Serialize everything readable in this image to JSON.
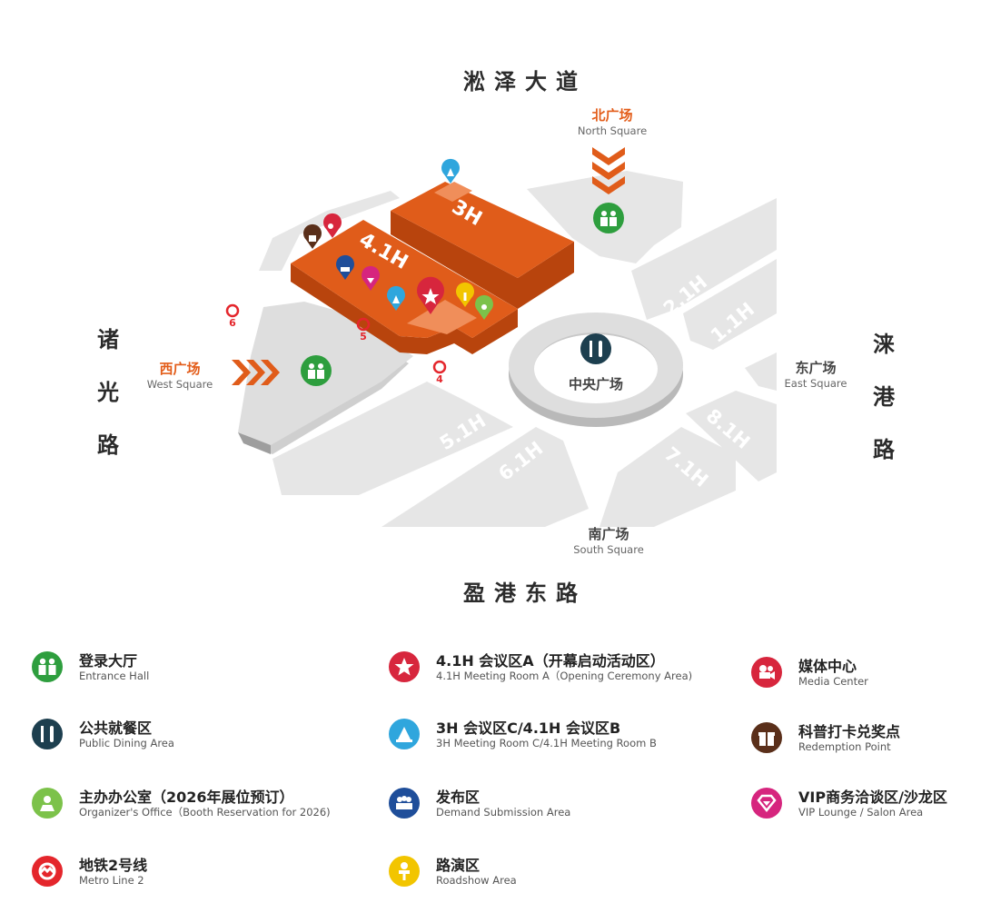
{
  "roads": {
    "north": "淞泽大道",
    "south": "盈港东路",
    "west": [
      "诸",
      "光",
      "路"
    ],
    "east": [
      "涞",
      "港",
      "路"
    ]
  },
  "squares": {
    "north": {
      "cn": "北广场",
      "en": "North Square"
    },
    "west": {
      "cn": "西广场",
      "en": "West Square"
    },
    "east": {
      "cn": "东广场",
      "en": "East Square"
    },
    "south": {
      "cn": "南广场",
      "en": "South Square"
    },
    "central": {
      "cn": "中央广场"
    }
  },
  "halls": {
    "h3": "3H",
    "h41": "4.1H",
    "h21": "2.1H",
    "h11": "1.1H",
    "h51": "5.1H",
    "h61": "6.1H",
    "h71": "7.1H",
    "h81": "8.1H"
  },
  "metro_exits": {
    "e6": "6",
    "e5": "5",
    "e4": "4"
  },
  "colors": {
    "hall_orange": "#e05c1a",
    "hall_orange_dark": "#b8440d",
    "gray_hall": "#e4e4e4",
    "green": "#2e9e3e",
    "light_green": "#7cc24a",
    "red": "#d7263d",
    "dark_teal": "#1d3f4f",
    "sky": "#2fa6dd",
    "navy": "#1f4e9a",
    "yellow": "#f2c500",
    "brown": "#5a2f1a",
    "magenta": "#d6257e",
    "metro_red": "#e4262c"
  },
  "legend": [
    {
      "icon": "entrance-icon",
      "cn": "登录大厅",
      "en": "Entrance Hall"
    },
    {
      "icon": "dining-icon",
      "cn": "公共就餐区",
      "en": "Public Dining Area"
    },
    {
      "icon": "office-icon",
      "cn": "主办办公室（2026年展位预订）",
      "en": "Organizer's Office（Booth Reservation for 2026)"
    },
    {
      "icon": "metro-icon",
      "cn": "地铁2号线",
      "en": "Metro Line 2"
    },
    {
      "icon": "star-icon",
      "cn": "4.1H 会议区A（开幕启动活动区）",
      "en": "4.1H  Meeting Room A（Opening Ceremony Area)"
    },
    {
      "icon": "meeting-room-icon",
      "cn": "3H 会议区C/4.1H 会议区B",
      "en": "3H Meeting Room C/4.1H Meeting Room B"
    },
    {
      "icon": "submission-icon",
      "cn": "发布区",
      "en": "Demand Submission Area"
    },
    {
      "icon": "roadshow-icon",
      "cn": "路演区",
      "en": "Roadshow Area"
    },
    {
      "icon": "media-icon",
      "cn": "媒体中心",
      "en": "Media Center"
    },
    {
      "icon": "gift-icon",
      "cn": "科普打卡兑奖点",
      "en": "Redemption Point"
    },
    {
      "icon": "vip-icon",
      "cn": "VIP商务洽谈区/沙龙区",
      "en": "VIP Lounge / Salon Area"
    }
  ]
}
